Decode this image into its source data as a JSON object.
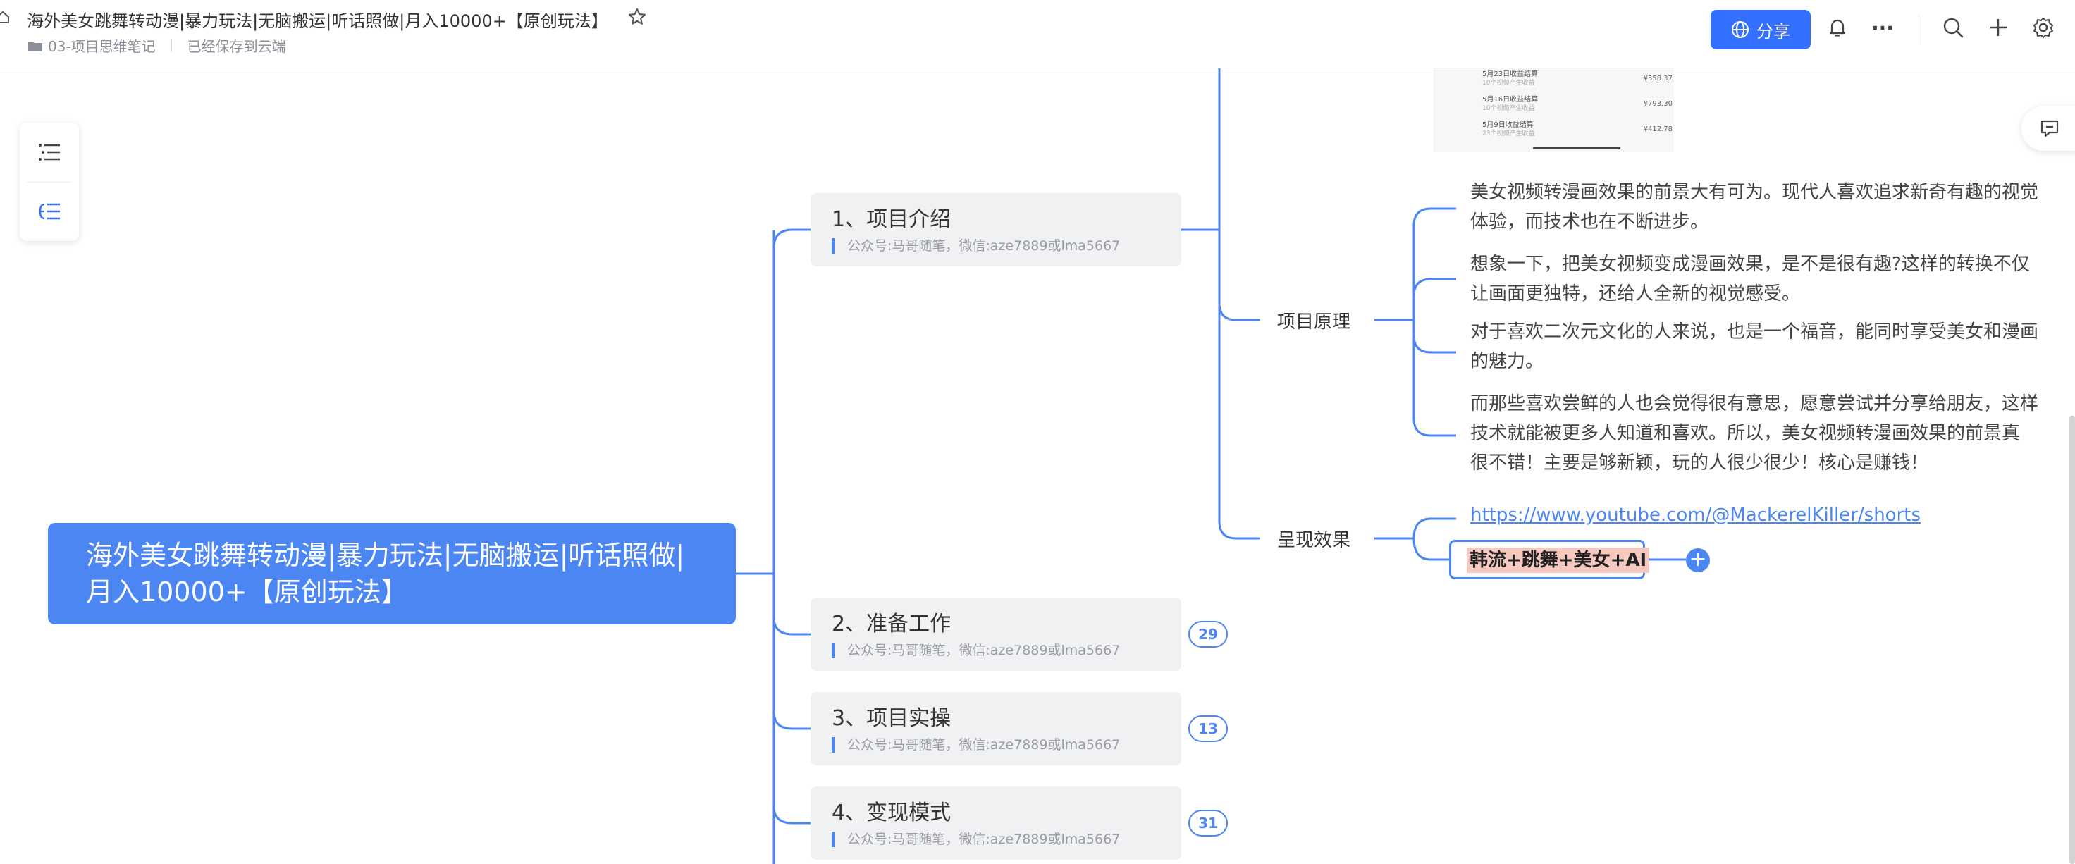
{
  "header": {
    "doc_title": "海外美女跳舞转动漫|暴力玩法|无脑搬运|听话照做|月入10000+【原创玩法】",
    "folder": "03-项目思维笔记",
    "save_status": "已经保存到云端",
    "share_label": "分享",
    "more_label": "···"
  },
  "mindmap": {
    "root": {
      "line1": "海外美女跳舞转动漫|暴力玩法|无脑搬运|听话照做|",
      "line2": "月入10000+【原创玩法】"
    },
    "topics": [
      {
        "title": "1、项目介绍",
        "note": "公众号:马哥随笔，微信:aze7889或lma5667",
        "count": ""
      },
      {
        "title": "2、准备工作",
        "note": "公众号:马哥随笔，微信:aze7889或lma5667",
        "count": "29"
      },
      {
        "title": "3、项目实操",
        "note": "公众号:马哥随笔，微信:aze7889或lma5667",
        "count": "13"
      },
      {
        "title": "4、变现模式",
        "note": "公众号:马哥随笔，微信:aze7889或lma5667",
        "count": "31"
      }
    ],
    "principle": {
      "label": "项目原理",
      "paragraphs": [
        [
          "美女视频转漫画效果的前景大有可为。现代人喜欢追求新奇有趣的视觉",
          "体验，而技术也在不断进步。"
        ],
        [
          "想象一下，把美女视频变成漫画效果，是不是很有趣?这样的转换不仅",
          "让画面更独特，还给人全新的视觉感受。"
        ],
        [
          "对于喜欢二次元文化的人来说，也是一个福音，能同时享受美女和漫画",
          "的魅力。"
        ],
        [
          "而那些喜欢尝鲜的人也会觉得很有意思，愿意尝试并分享给朋友，这样",
          "技术就能被更多人知道和喜欢。所以，美女视频转漫画效果的前景真",
          "很不错！主要是够新颖，玩的人很少很少！核心是赚钱！"
        ]
      ]
    },
    "effect": {
      "label": "呈现效果",
      "link": "https://www.youtube.com/@MackerelKiller/shorts",
      "selected_node": "韩流+跳舞+美女+AI"
    },
    "thumbnail_rows": [
      {
        "a": "5月23日收益结算",
        "b": "10个视频产生收益",
        "c": "¥558.37"
      },
      {
        "a": "5月16日收益结算",
        "b": "10个视频产生收益",
        "c": "¥793.30"
      },
      {
        "a": "5月9日收益结算",
        "b": "23个视频产生收益",
        "c": "¥412.78"
      }
    ]
  },
  "colors": {
    "accent": "#3470ff",
    "node_blue": "#4b86f3",
    "topic_bg": "#f0f1f3",
    "highlight": "#f6c9c0"
  },
  "icons": [
    "home-icon",
    "star-icon",
    "folder-icon",
    "globe-icon",
    "bell-icon",
    "more-icon",
    "search-icon",
    "plus-icon",
    "gear-icon",
    "outline-icon",
    "structure-icon",
    "comment-icon"
  ]
}
